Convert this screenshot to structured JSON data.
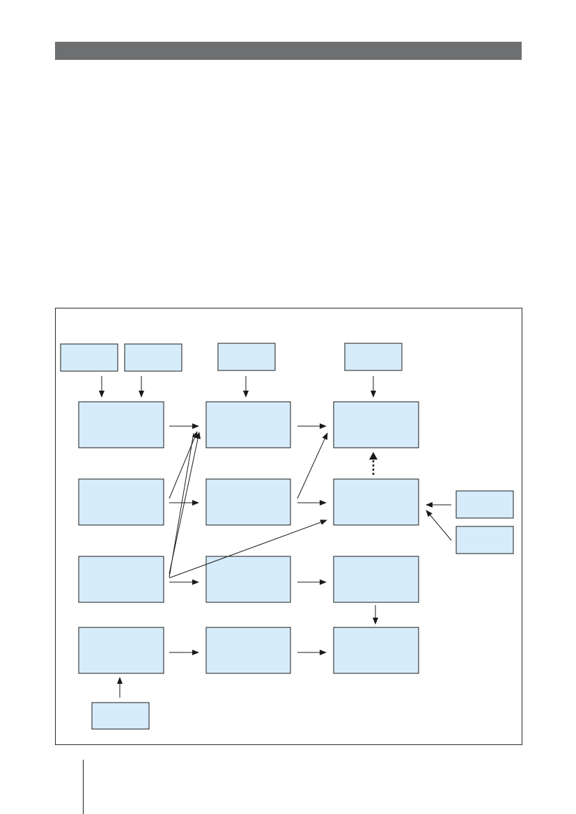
{
  "colors": {
    "header_bar": "#6e6f71",
    "box_fill": "#d6ecfb",
    "box_stroke": "#1a1a1a",
    "arrow": "#1a1a1a",
    "frame": "#2b2b2b"
  },
  "diagram": {
    "input_boxes": [
      {
        "id": "input-1",
        "label": ""
      },
      {
        "id": "input-2",
        "label": ""
      },
      {
        "id": "input-3",
        "label": ""
      },
      {
        "id": "input-4",
        "label": ""
      },
      {
        "id": "input-right-1",
        "label": ""
      },
      {
        "id": "input-right-2",
        "label": ""
      },
      {
        "id": "input-bottom",
        "label": ""
      }
    ],
    "grid_boxes": [
      {
        "id": "r1c1",
        "label": ""
      },
      {
        "id": "r1c2",
        "label": ""
      },
      {
        "id": "r1c3",
        "label": ""
      },
      {
        "id": "r2c1",
        "label": ""
      },
      {
        "id": "r2c2",
        "label": ""
      },
      {
        "id": "r2c3",
        "label": ""
      },
      {
        "id": "r3c1",
        "label": ""
      },
      {
        "id": "r3c2",
        "label": ""
      },
      {
        "id": "r3c3",
        "label": ""
      },
      {
        "id": "r4c1",
        "label": ""
      },
      {
        "id": "r4c2",
        "label": ""
      },
      {
        "id": "r4c3",
        "label": ""
      }
    ],
    "dashed_connection": {
      "from": "r2c3",
      "to": "r1c3",
      "style": "dotted"
    }
  }
}
